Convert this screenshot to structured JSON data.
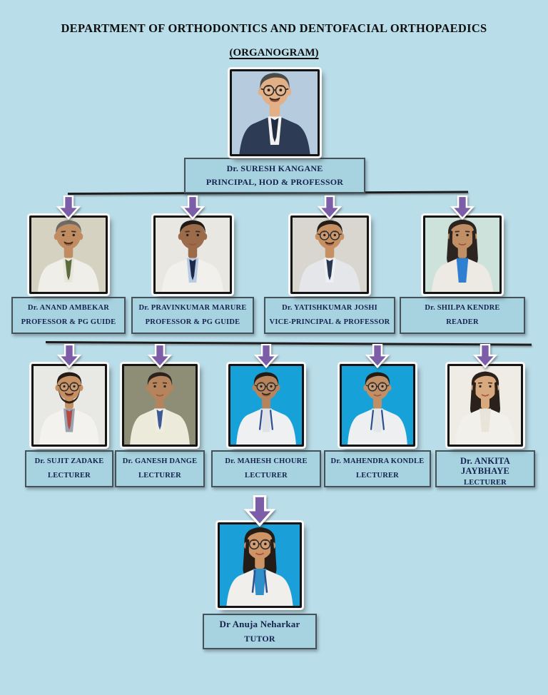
{
  "title": "DEPARTMENT OF ORTHODONTICS AND DENTOFACIAL ORTHOPAEDICS",
  "subtitle": "(ORGANOGRAM)",
  "colors": {
    "page_bg": "#b9dde9",
    "box_bg": "#a7d3e0",
    "box_border": "#45525a",
    "label_text": "#16224e",
    "title_text": "#0e0e0e",
    "line": "#1d1d1d",
    "arrow": "#7b5ea7",
    "arrow_outline": "#ffffff",
    "frame_border": "#141414",
    "frame_outline": "#f8f8f8"
  },
  "nodes": {
    "principal": {
      "name": "Dr. SURESH KANGANE",
      "role": "PRINCIPAL, HOD & PROFESSOR",
      "avatar": {
        "bg": "#b6cbdd",
        "garment": "#2e3b55",
        "shirt": "#f2f2f2",
        "tie": "#232d42",
        "skin": "#e3af85",
        "hair": "#4a4a48",
        "flags": [
          "glasses",
          "mustache"
        ]
      }
    },
    "row2": [
      {
        "name": "Dr. ANAND AMBEKAR",
        "role": "PROFESSOR & PG GUIDE",
        "avatar": {
          "bg": "#d6d2c2",
          "garment": "#efeee8",
          "shirt": "#e8e6da",
          "tie": "#5c6b3c",
          "skin": "#c08c62",
          "hair": "#6e6a64",
          "flags": [
            "mustache"
          ]
        }
      },
      {
        "name": "Dr. PRAVINKUMAR MARURE",
        "role": "PROFESSOR & PG GUIDE",
        "avatar": {
          "bg": "#e9e7e2",
          "garment": "#f1f0ec",
          "shirt": "#b9cbe2",
          "tie": "#1d2a4a",
          "skin": "#9c6b4a",
          "hair": "#1f1a17",
          "flags": []
        }
      },
      {
        "name": "Dr. YATISHKUMAR JOSHI",
        "role": "VICE-PRINCIPAL & PROFESSOR",
        "avatar": {
          "bg": "#d9d6cf",
          "garment": "#e4e6ea",
          "shirt": "#eef0f4",
          "tie": "#2a3550",
          "skin": "#c79063",
          "hair": "#241d18",
          "flags": [
            "glasses",
            "mustache"
          ]
        }
      },
      {
        "name": "Dr. SHILPA KENDRE",
        "role": "READER",
        "avatar": {
          "bg": "#cde2da",
          "garment": "#eceae2",
          "shirt": "#2f7fd1",
          "tie": null,
          "skin": "#c08f66",
          "hair": "#2c2420",
          "flags": [
            "female"
          ]
        }
      }
    ],
    "row3": [
      {
        "name": "Dr. SUJIT ZADAKE",
        "role": "LECTURER",
        "avatar": {
          "bg": "#e8e8e4",
          "garment": "#f3f2ee",
          "shirt": "#9aa4ae",
          "tie": "#b34a44",
          "skin": "#c79063",
          "hair": "#211a15",
          "flags": [
            "glasses",
            "beard",
            "mustache"
          ]
        }
      },
      {
        "name": "Dr. GANESH DANGE",
        "role": "LECTURER",
        "avatar": {
          "bg": "#8e8d75",
          "garment": "#eceada",
          "shirt": "#f0eee2",
          "tie": "#3d5a96",
          "skin": "#b5835c",
          "hair": "#2a231d",
          "flags": []
        }
      },
      {
        "name": "Dr. MAHESH CHOURE",
        "role": "LECTURER",
        "avatar": {
          "bg": "#16a2d8",
          "garment": "#eef0f2",
          "shirt": "#dfe3e8",
          "tie": null,
          "skin": "#b5835c",
          "hair": "#221b16",
          "flags": [
            "glasses",
            "mustache",
            "lanyard"
          ]
        }
      },
      {
        "name": "Dr. MAHENDRA KONDLE",
        "role": "LECTURER",
        "avatar": {
          "bg": "#16a2d8",
          "garment": "#edeff1",
          "shirt": "#e3e7ea",
          "tie": null,
          "skin": "#c08f66",
          "hair": "#221b16",
          "flags": [
            "glasses",
            "lanyard"
          ]
        }
      },
      {
        "name": "Dr. ANKITA JAYBHAYE",
        "role": "LECTURER",
        "avatar": {
          "bg": "#efece6",
          "garment": "#f2f0ea",
          "shirt": "#e9e4da",
          "tie": null,
          "skin": "#d8a87e",
          "hair": "#2b211b",
          "flags": [
            "female"
          ]
        }
      }
    ],
    "tutor": {
      "name": "Dr Anuja Neharkar",
      "role": "TUTOR",
      "avatar": {
        "bg": "#1b9fd8",
        "garment": "#f0efeb",
        "shirt": "#2f8fc9",
        "tie": null,
        "skin": "#cf9466",
        "hair": "#241c16",
        "flags": [
          "glasses",
          "female",
          "lanyard"
        ]
      }
    }
  }
}
